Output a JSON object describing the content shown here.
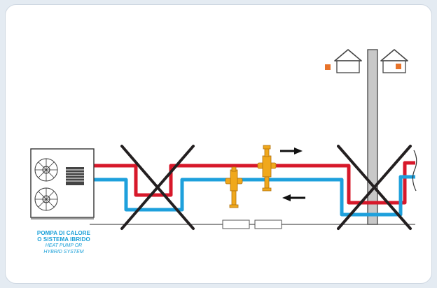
{
  "unit_label": {
    "it_line1": "POMPA DI CALORE",
    "it_line2": "O SISTEMA IBRIDO",
    "en_line1": "HEAT PUMP OR",
    "en_line2": "HYBRID SYSTEM"
  },
  "colors": {
    "hot_pipe": "#d7182a",
    "cold_pipe": "#1ea0dc",
    "cross": "#231f20",
    "valve": "#f0a81c",
    "house_window": "#e8732a",
    "chimney": "#c8c8c8",
    "label": "#1aa0d8"
  },
  "icons": [
    "heat-pump-icon",
    "house-icon",
    "chimney-icon",
    "valve-icon",
    "arrow-right-icon",
    "arrow-left-icon",
    "cross-icon"
  ]
}
